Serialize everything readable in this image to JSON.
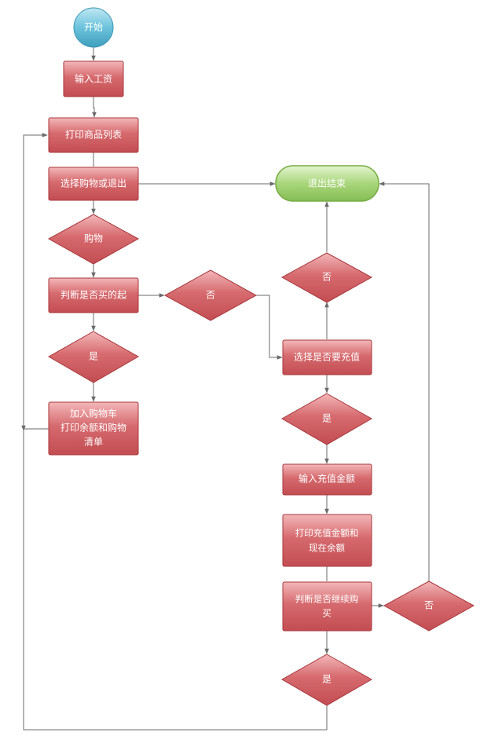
{
  "nodes": {
    "start": "开始",
    "input_salary": "输入工资",
    "print_product_list": "打印商品列表",
    "choose_shop_or_exit": "选择购物或退出",
    "decision_shop": "购物",
    "judge_affordable": "判断是否买的起",
    "decision_no_1": "否",
    "decision_yes_1": "是",
    "add_cart_line1": "加入购物车",
    "add_cart_line2": "打印余额和购物",
    "add_cart_line3": "清单",
    "exit_end": "退出结束",
    "decision_no_2": "否",
    "choose_recharge": "选择是否要充值",
    "decision_yes_2": "是",
    "input_recharge_amount": "输入充值金额",
    "print_recharge_line1": "打印充值金额和",
    "print_recharge_line2": "现在余额",
    "judge_continue_line1": "判断是否继续购",
    "judge_continue_line2": "买",
    "decision_no_3": "否",
    "decision_yes_3": "是"
  },
  "colors": {
    "process_fill": "#cf5a5f",
    "process_stroke": "#a8393d",
    "start_fill": "#5fbcd6",
    "end_fill": "#9dce6a",
    "end_stroke": "#78ad45",
    "edge": "#6b6b6b"
  }
}
